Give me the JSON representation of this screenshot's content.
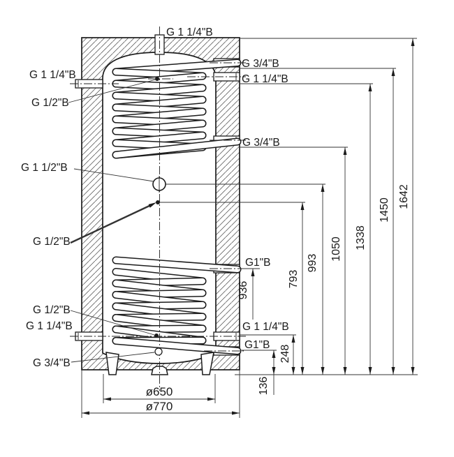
{
  "drawing": {
    "title": "buffer tank with two coil heat exchangers - dimensional drawing",
    "ports": {
      "top": "G 1 1/4\"B",
      "left": [
        "G 1 1/4\"B",
        "G 1/2\"B",
        "G 1 1/2\"B",
        "G 1/2\"B",
        "G 1/2\"B",
        "G 1 1/4\"B",
        "G 3/4\"B"
      ],
      "right": [
        "G 3/4\"B",
        "G 1 1/4\"B",
        "G 3/4\"B",
        "G1\"B",
        "G 1 1/4\"B",
        "G1\"B"
      ]
    },
    "heights": {
      "h136": "136",
      "h248": "248",
      "h936": "936",
      "h793": "793",
      "h993": "993",
      "h1050": "1050",
      "h1338": "1338",
      "h1450": "1450",
      "h1642": "1642"
    },
    "diameters": {
      "inner": "ø650",
      "outer": "ø770"
    },
    "colors": {
      "line": "#1c1c1c",
      "thin": "#333333",
      "hatch": "#4a4a4a",
      "background": "#ffffff"
    }
  }
}
